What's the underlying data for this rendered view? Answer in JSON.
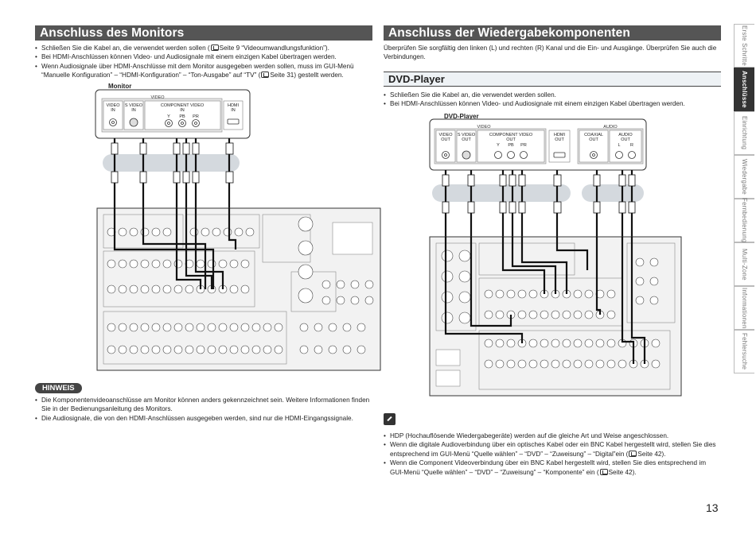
{
  "left": {
    "title": "Anschluss des Monitors",
    "bullets": [
      {
        "pre": "Schließen Sie die Kabel an, die verwendet werden sollen (",
        "post": "Seite 9 “Videoumwandlungsfunktion”)."
      },
      {
        "pre": "Bei HDMI-Anschlüssen können Video- und Audiosignale mit einem einzigen Kabel übertragen werden.",
        "post": ""
      },
      {
        "pre": "Wenn Audiosignale über HDMI-Anschlüsse mit dem Monitor ausgegeben werden sollen, muss im GUI-Menü “Manuelle Konfiguration” – “HDMI-Konfiguration” – “Ton-Ausgabe” auf “TV” (",
        "post": "Seite 31) gestellt werden."
      }
    ],
    "device_label": "Monitor",
    "group_label": "VIDEO",
    "jacks": {
      "video_in": [
        "VIDEO",
        "IN"
      ],
      "svideo_in": [
        "S VIDEO",
        "IN"
      ],
      "component_in": [
        "COMPONENT VIDEO",
        "IN"
      ],
      "ypbpr": [
        "Y",
        "PB",
        "PR"
      ],
      "hdmi_in": [
        "HDMI",
        "IN"
      ]
    },
    "hinweis_label": "HINWEIS",
    "hinweis_items": [
      "Die Komponentenvideoanschlüsse am Monitor können anders gekennzeichnet sein. Weitere Informationen finden Sie in der Bedienungsanleitung des Monitors.",
      "Die Audiosignale, die von den HDMI-Anschlüssen ausgegeben werden, sind nur die HDMI-Eingangssignale."
    ]
  },
  "right": {
    "title": "Anschluss der Wiedergabekomponenten",
    "intro": "Überprüfen Sie sorgfältig den linken (L) und rechten (R) Kanal und die Ein- und Ausgänge. Überprüfen Sie auch die Verbindungen.",
    "subtitle": "DVD-Player",
    "bullets": [
      "Schließen Sie die Kabel an, die verwendet werden sollen.",
      "Bei HDMI-Anschlüssen können Video- und Audiosignale mit einem einzigen Kabel übertragen werden."
    ],
    "device_label": "DVD-Player",
    "group_video": "VIDEO",
    "group_audio": "AUDIO",
    "jacks": {
      "video_out": [
        "VIDEO",
        "OUT"
      ],
      "svideo_out": [
        "S VIDEO",
        "OUT"
      ],
      "component_out": [
        "COMPONENT VIDEO",
        "OUT"
      ],
      "ypbpr": [
        "Y",
        "PB",
        "PR"
      ],
      "hdmi_out": [
        "HDMI",
        "OUT"
      ],
      "coaxial_out": [
        "COAXIAL",
        "OUT"
      ],
      "audio_out": [
        "AUDIO",
        "OUT"
      ],
      "lr": [
        "L",
        "R"
      ]
    },
    "notes": [
      {
        "pre": "HDP (Hochauflösende Wiedergabegeräte) werden auf die gleiche Art und Weise angeschlossen.",
        "post": ""
      },
      {
        "pre": "Wenn die digitale Audioverbindung über ein optisches Kabel oder ein BNC Kabel hergestellt wird, stellen Sie dies entsprechend im GUI-Menü “Quelle wählen” – “DVD” – “Zuweisung” – “Digital”ein (",
        "post": "Seite 42)."
      },
      {
        "pre": "Wenn die Component Videoverbindung über ein BNC Kabel hergestellt wird, stellen Sie dies entsprechend im GUI-Menü “Quelle wählen” – “DVD” – “Zuweisung” – “Komponente” ein (",
        "post": "Seite 42)."
      }
    ]
  },
  "sidenav": [
    {
      "label": "Erste Schritte",
      "active": false
    },
    {
      "label": "Anschlüsse",
      "active": true
    },
    {
      "label": "Einrichtung",
      "active": false
    },
    {
      "label": "Wiedergabe",
      "active": false
    },
    {
      "label": "Fernbedienung",
      "active": false
    },
    {
      "label": "Multi-Zone",
      "active": false
    },
    {
      "label": "Informationen",
      "active": false
    },
    {
      "label": "Fehlersuche",
      "active": false
    }
  ],
  "page_number": "13",
  "icons": [
    "reference-page-icon",
    "note-pencil-icon"
  ]
}
